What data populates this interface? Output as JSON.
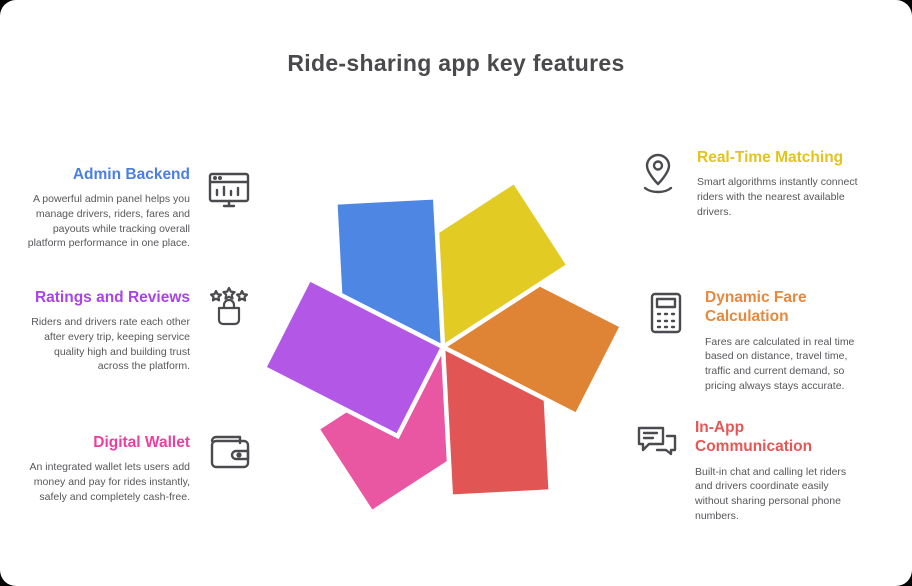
{
  "title": "Ride-sharing app key features",
  "title_color": "#4a4a4d",
  "pinwheel": {
    "stroke": "#ffffff",
    "petals": [
      {
        "name": "blue",
        "color": "#4e86e4"
      },
      {
        "name": "yellow",
        "color": "#e2cb22"
      },
      {
        "name": "orange",
        "color": "#df8334"
      },
      {
        "name": "red",
        "color": "#e15555"
      },
      {
        "name": "pink",
        "color": "#e957a3"
      },
      {
        "name": "purple",
        "color": "#b257e6"
      }
    ]
  },
  "features": [
    {
      "id": "admin-backend",
      "title": "Admin Backend",
      "color": "#4c7fe2",
      "icon": "dashboard-icon",
      "description": "A powerful admin panel helps you manage drivers, riders, fares and payouts while tracking overall platform performance in one place."
    },
    {
      "id": "ratings-reviews",
      "title": "Ratings and Reviews",
      "color": "#a944ea",
      "icon": "star-rating-icon",
      "description": "Riders and drivers rate each other after every trip, keeping service quality high and building trust across the platform."
    },
    {
      "id": "digital-wallet",
      "title": "Digital Wallet",
      "color": "#ee3f9f",
      "icon": "wallet-icon",
      "description": "An integrated wallet lets users add money and pay for rides instantly, safely and completely cash-free."
    },
    {
      "id": "real-time-matching",
      "title": "Real-Time Matching",
      "color": "#e3c41c",
      "icon": "location-pin-icon",
      "description": "Smart algorithms instantly connect riders with the nearest available drivers."
    },
    {
      "id": "dynamic-fare",
      "title": "Dynamic Fare Calculation",
      "color": "#e8883c",
      "icon": "calculator-icon",
      "description": "Fares are calculated in real time based on distance, travel time, traffic and current demand, so pricing always stays accurate."
    },
    {
      "id": "in-app-communication",
      "title": "In-App Communication",
      "color": "#e85555",
      "icon": "chat-bubbles-icon",
      "description": "Built-in chat and calling let riders and drivers coordinate easily without sharing personal phone numbers."
    }
  ]
}
